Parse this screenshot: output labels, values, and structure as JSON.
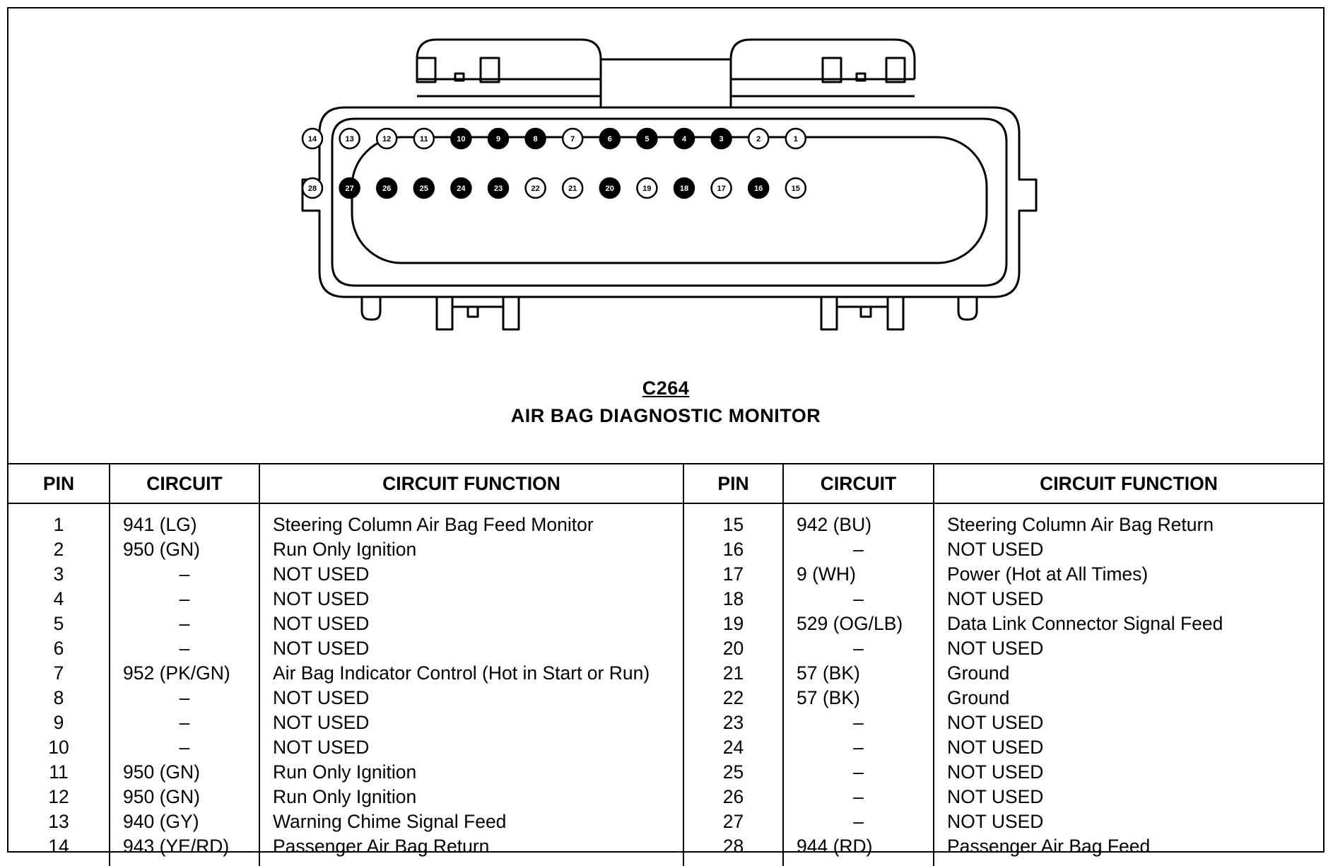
{
  "connector": {
    "id": "C264",
    "name": "AIR BAG DIAGNOSTIC MONITOR",
    "top_row": [
      {
        "pin": "14",
        "filled": false
      },
      {
        "pin": "13",
        "filled": false
      },
      {
        "pin": "12",
        "filled": false
      },
      {
        "pin": "11",
        "filled": false
      },
      {
        "pin": "10",
        "filled": true
      },
      {
        "pin": "9",
        "filled": true
      },
      {
        "pin": "8",
        "filled": true
      },
      {
        "pin": "7",
        "filled": false
      },
      {
        "pin": "6",
        "filled": true
      },
      {
        "pin": "5",
        "filled": true
      },
      {
        "pin": "4",
        "filled": true
      },
      {
        "pin": "3",
        "filled": true
      },
      {
        "pin": "2",
        "filled": false
      },
      {
        "pin": "1",
        "filled": false
      }
    ],
    "bottom_row": [
      {
        "pin": "28",
        "filled": false
      },
      {
        "pin": "27",
        "filled": true
      },
      {
        "pin": "26",
        "filled": true
      },
      {
        "pin": "25",
        "filled": true
      },
      {
        "pin": "24",
        "filled": true
      },
      {
        "pin": "23",
        "filled": true
      },
      {
        "pin": "22",
        "filled": false
      },
      {
        "pin": "21",
        "filled": false
      },
      {
        "pin": "20",
        "filled": true
      },
      {
        "pin": "19",
        "filled": false
      },
      {
        "pin": "18",
        "filled": true
      },
      {
        "pin": "17",
        "filled": false
      },
      {
        "pin": "16",
        "filled": true
      },
      {
        "pin": "15",
        "filled": false
      }
    ]
  },
  "table": {
    "headers": [
      "PIN",
      "CIRCUIT",
      "CIRCUIT FUNCTION",
      "PIN",
      "CIRCUIT",
      "CIRCUIT FUNCTION"
    ],
    "rows": [
      {
        "pin_a": "1",
        "circuit_a": "941 (LG)",
        "function_a": "Steering Column Air Bag Feed Monitor",
        "pin_b": "15",
        "circuit_b": "942 (BU)",
        "function_b": "Steering Column Air Bag Return"
      },
      {
        "pin_a": "2",
        "circuit_a": "950 (GN)",
        "function_a": "Run Only Ignition",
        "pin_b": "16",
        "circuit_b": "–",
        "function_b": "NOT USED"
      },
      {
        "pin_a": "3",
        "circuit_a": "–",
        "function_a": "NOT USED",
        "pin_b": "17",
        "circuit_b": "9 (WH)",
        "function_b": "Power (Hot at All Times)"
      },
      {
        "pin_a": "4",
        "circuit_a": "–",
        "function_a": "NOT USED",
        "pin_b": "18",
        "circuit_b": "–",
        "function_b": "NOT USED"
      },
      {
        "pin_a": "5",
        "circuit_a": "–",
        "function_a": "NOT USED",
        "pin_b": "19",
        "circuit_b": "529 (OG/LB)",
        "function_b": "Data Link Connector Signal Feed"
      },
      {
        "pin_a": "6",
        "circuit_a": "–",
        "function_a": "NOT USED",
        "pin_b": "20",
        "circuit_b": "–",
        "function_b": "NOT USED"
      },
      {
        "pin_a": "7",
        "circuit_a": "952 (PK/GN)",
        "function_a": "Air  Bag Indicator Control (Hot in Start or Run)",
        "pin_b": "21",
        "circuit_b": "57 (BK)",
        "function_b": "Ground"
      },
      {
        "pin_a": "8",
        "circuit_a": "–",
        "function_a": "NOT USED",
        "pin_b": "22",
        "circuit_b": "57 (BK)",
        "function_b": "Ground"
      },
      {
        "pin_a": "9",
        "circuit_a": "–",
        "function_a": "NOT USED",
        "pin_b": "23",
        "circuit_b": "–",
        "function_b": "NOT USED"
      },
      {
        "pin_a": "10",
        "circuit_a": "–",
        "function_a": "NOT USED",
        "pin_b": "24",
        "circuit_b": "–",
        "function_b": "NOT USED"
      },
      {
        "pin_a": "11",
        "circuit_a": "950 (GN)",
        "function_a": "Run Only Ignition",
        "pin_b": "25",
        "circuit_b": "–",
        "function_b": "NOT USED"
      },
      {
        "pin_a": "12",
        "circuit_a": "950 (GN)",
        "function_a": "Run Only Ignition",
        "pin_b": "26",
        "circuit_b": "–",
        "function_b": "NOT USED"
      },
      {
        "pin_a": "13",
        "circuit_a": "940 (GY)",
        "function_a": "Warning Chime Signal Feed",
        "pin_b": "27",
        "circuit_b": "–",
        "function_b": "NOT USED"
      },
      {
        "pin_a": "14",
        "circuit_a": "943 (YE/RD)",
        "function_a": "Passenger Air Bag Return",
        "pin_b": "28",
        "circuit_b": "944 (RD)",
        "function_b": "Passenger Air Bag Feed"
      }
    ]
  }
}
